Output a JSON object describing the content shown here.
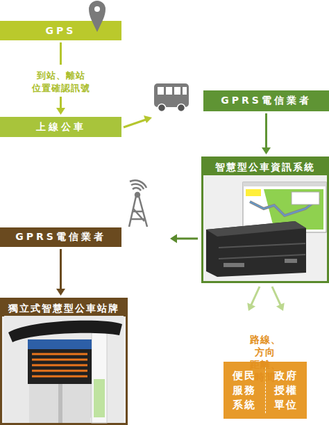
{
  "diagram": {
    "nodes": [
      {
        "text": [
          "GPS"
        ]
      },
      {
        "text": [
          "上線公車"
        ]
      },
      {
        "text": [
          "GPRS電信業者"
        ]
      },
      {
        "text": [
          "智慧型公車資訊系統"
        ]
      },
      {
        "text": [
          "GPRS電信業者"
        ]
      },
      {
        "text": [
          "獨立式智慧型公車站牌"
        ]
      },
      {
        "text": [
          "便民 服務 系統",
          "政府 授權 單位"
        ]
      }
    ],
    "edges": [
      {
        "from": 0,
        "to": 1,
        "arrow": "to",
        "label": "到站、離站 位置確認訊號"
      },
      {
        "from": 2,
        "to": 3,
        "arrow": "to"
      },
      {
        "from": 3,
        "to": 4,
        "arrow": "to"
      },
      {
        "from": 4,
        "to": 5,
        "arrow": "to"
      },
      {
        "from": 3,
        "to": 6,
        "arrow": "to",
        "label": "路線、方向 距離、時間"
      }
    ]
  }
}
